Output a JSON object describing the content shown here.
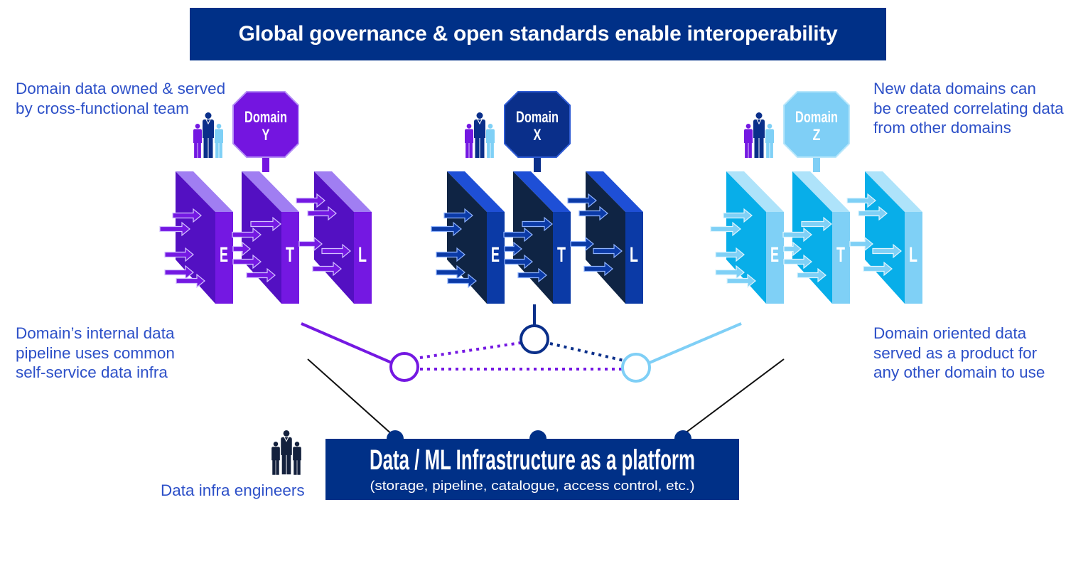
{
  "title": "Global governance & open standards enable interoperability",
  "annotations": {
    "team_ownership": [
      "Domain data owned & served",
      "by cross-functional team"
    ],
    "self_service": [
      "Domain’s internal data",
      "pipeline uses common",
      "self-service data infra"
    ],
    "new_domains": [
      "New data domains can",
      "be created correlating data",
      "from other domains"
    ],
    "data_as_product": [
      "Domain oriented data",
      "served as a product for",
      "any other domain to use"
    ]
  },
  "domains": [
    {
      "label": "Domain",
      "letter": "Y",
      "stages": [
        "E",
        "T",
        "L"
      ],
      "colors": {
        "sign": "#7415e0",
        "sign_border": "#b58ff5",
        "front": "#5310c2",
        "side": "#7418e2",
        "top": "#a07ef2",
        "arrow": "#7418e2",
        "arrow_outline": "#d4c2ff",
        "connector": "#7418e2"
      }
    },
    {
      "label": "Domain",
      "letter": "X",
      "stages": [
        "E",
        "T",
        "L"
      ],
      "colors": {
        "sign": "#0a2f8a",
        "sign_border": "#2e5bd3",
        "front": "#0f2444",
        "side": "#0b3aa6",
        "top": "#1e4fd6",
        "arrow": "#0b3aa6",
        "arrow_outline": "#8fb3ff",
        "connector": "#0a2f8a"
      }
    },
    {
      "label": "Domain",
      "letter": "Z",
      "stages": [
        "E",
        "T",
        "L"
      ],
      "colors": {
        "sign": "#7fcff6",
        "sign_border": "#b9e7fb",
        "front": "#08aee9",
        "side": "#7fd0f6",
        "top": "#aee3fa",
        "arrow": "#7fd0f6",
        "arrow_outline": "#e0f5fd",
        "connector": "#7fcff6"
      }
    }
  ],
  "team_colors": [
    "#7418e2",
    "#0a2f8a",
    "#7fd0f6"
  ],
  "platform": {
    "title": "Data / ML Infrastructure as a platform",
    "subtitle": "(storage, pipeline, catalogue, access control, etc.)",
    "engineers_label": "Data infra engineers",
    "engineers_color": "#14213d"
  },
  "theme": {
    "primary": "#003087",
    "annotation_text": "#2d50c8",
    "platform_link_line": "#111111"
  }
}
